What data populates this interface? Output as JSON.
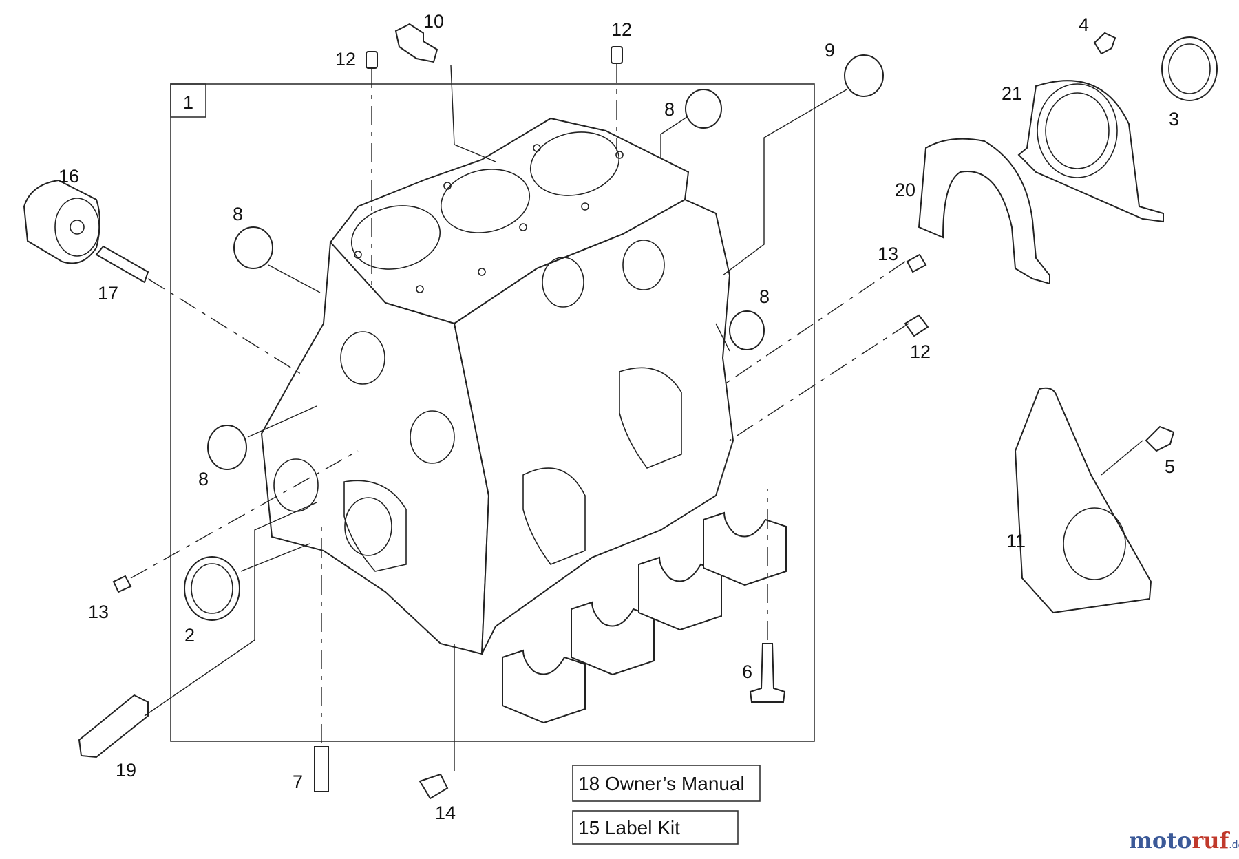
{
  "callouts": {
    "c1": "1",
    "c2": "2",
    "c3": "3",
    "c4": "4",
    "c5": "5",
    "c6": "6",
    "c7": "7",
    "c8a": "8",
    "c8b": "8",
    "c8c": "8",
    "c8d": "8",
    "c9": "9",
    "c10": "10",
    "c11": "11",
    "c12a": "12",
    "c12b": "12",
    "c12c": "12",
    "c13a": "13",
    "c13b": "13",
    "c14": "14",
    "c16": "16",
    "c17": "17",
    "c19": "19",
    "c20": "20",
    "c21": "21"
  },
  "boxes": {
    "owners_manual": "18 Owner’s Manual",
    "label_kit": "15 Label Kit"
  },
  "watermark": {
    "brand_a": "moto",
    "brand_b": "ruf",
    "tld": ".de"
  },
  "colors": {
    "line": "#222222",
    "watermark_blue": "#3b5998",
    "watermark_red": "#c0392b"
  }
}
